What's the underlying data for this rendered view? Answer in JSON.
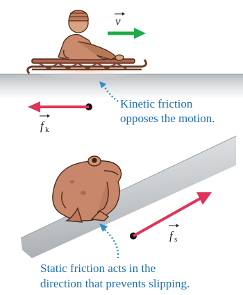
{
  "top_panel": {
    "velocity_label": "v",
    "kinetic_force_label": "f",
    "kinetic_force_subscript": "k",
    "caption_lines": [
      "Kinetic friction",
      "opposes the motion."
    ]
  },
  "bottom_panel": {
    "static_force_label": "f",
    "static_force_subscript": "s",
    "caption_lines": [
      "Static friction acts in the",
      "direction that prevents slipping."
    ]
  },
  "colors": {
    "velocity_arrow": "#1faa4a",
    "force_arrow": "#e0335a",
    "caption_text": "#1a6fb5",
    "dotted_pointer": "#2a8fd0",
    "figure_fill": "#c8876a",
    "figure_outline": "#4a2a1a"
  }
}
